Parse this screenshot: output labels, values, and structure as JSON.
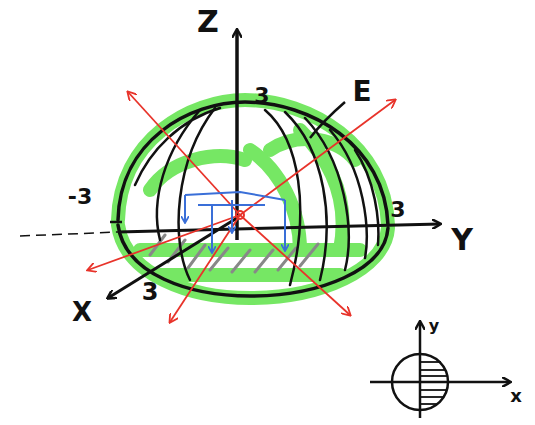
{
  "diagram": {
    "labels": [
      "Z",
      "3",
      "E",
      "-3",
      "3",
      "Y",
      "3",
      "X",
      "y",
      "x"
    ]
  }
}
